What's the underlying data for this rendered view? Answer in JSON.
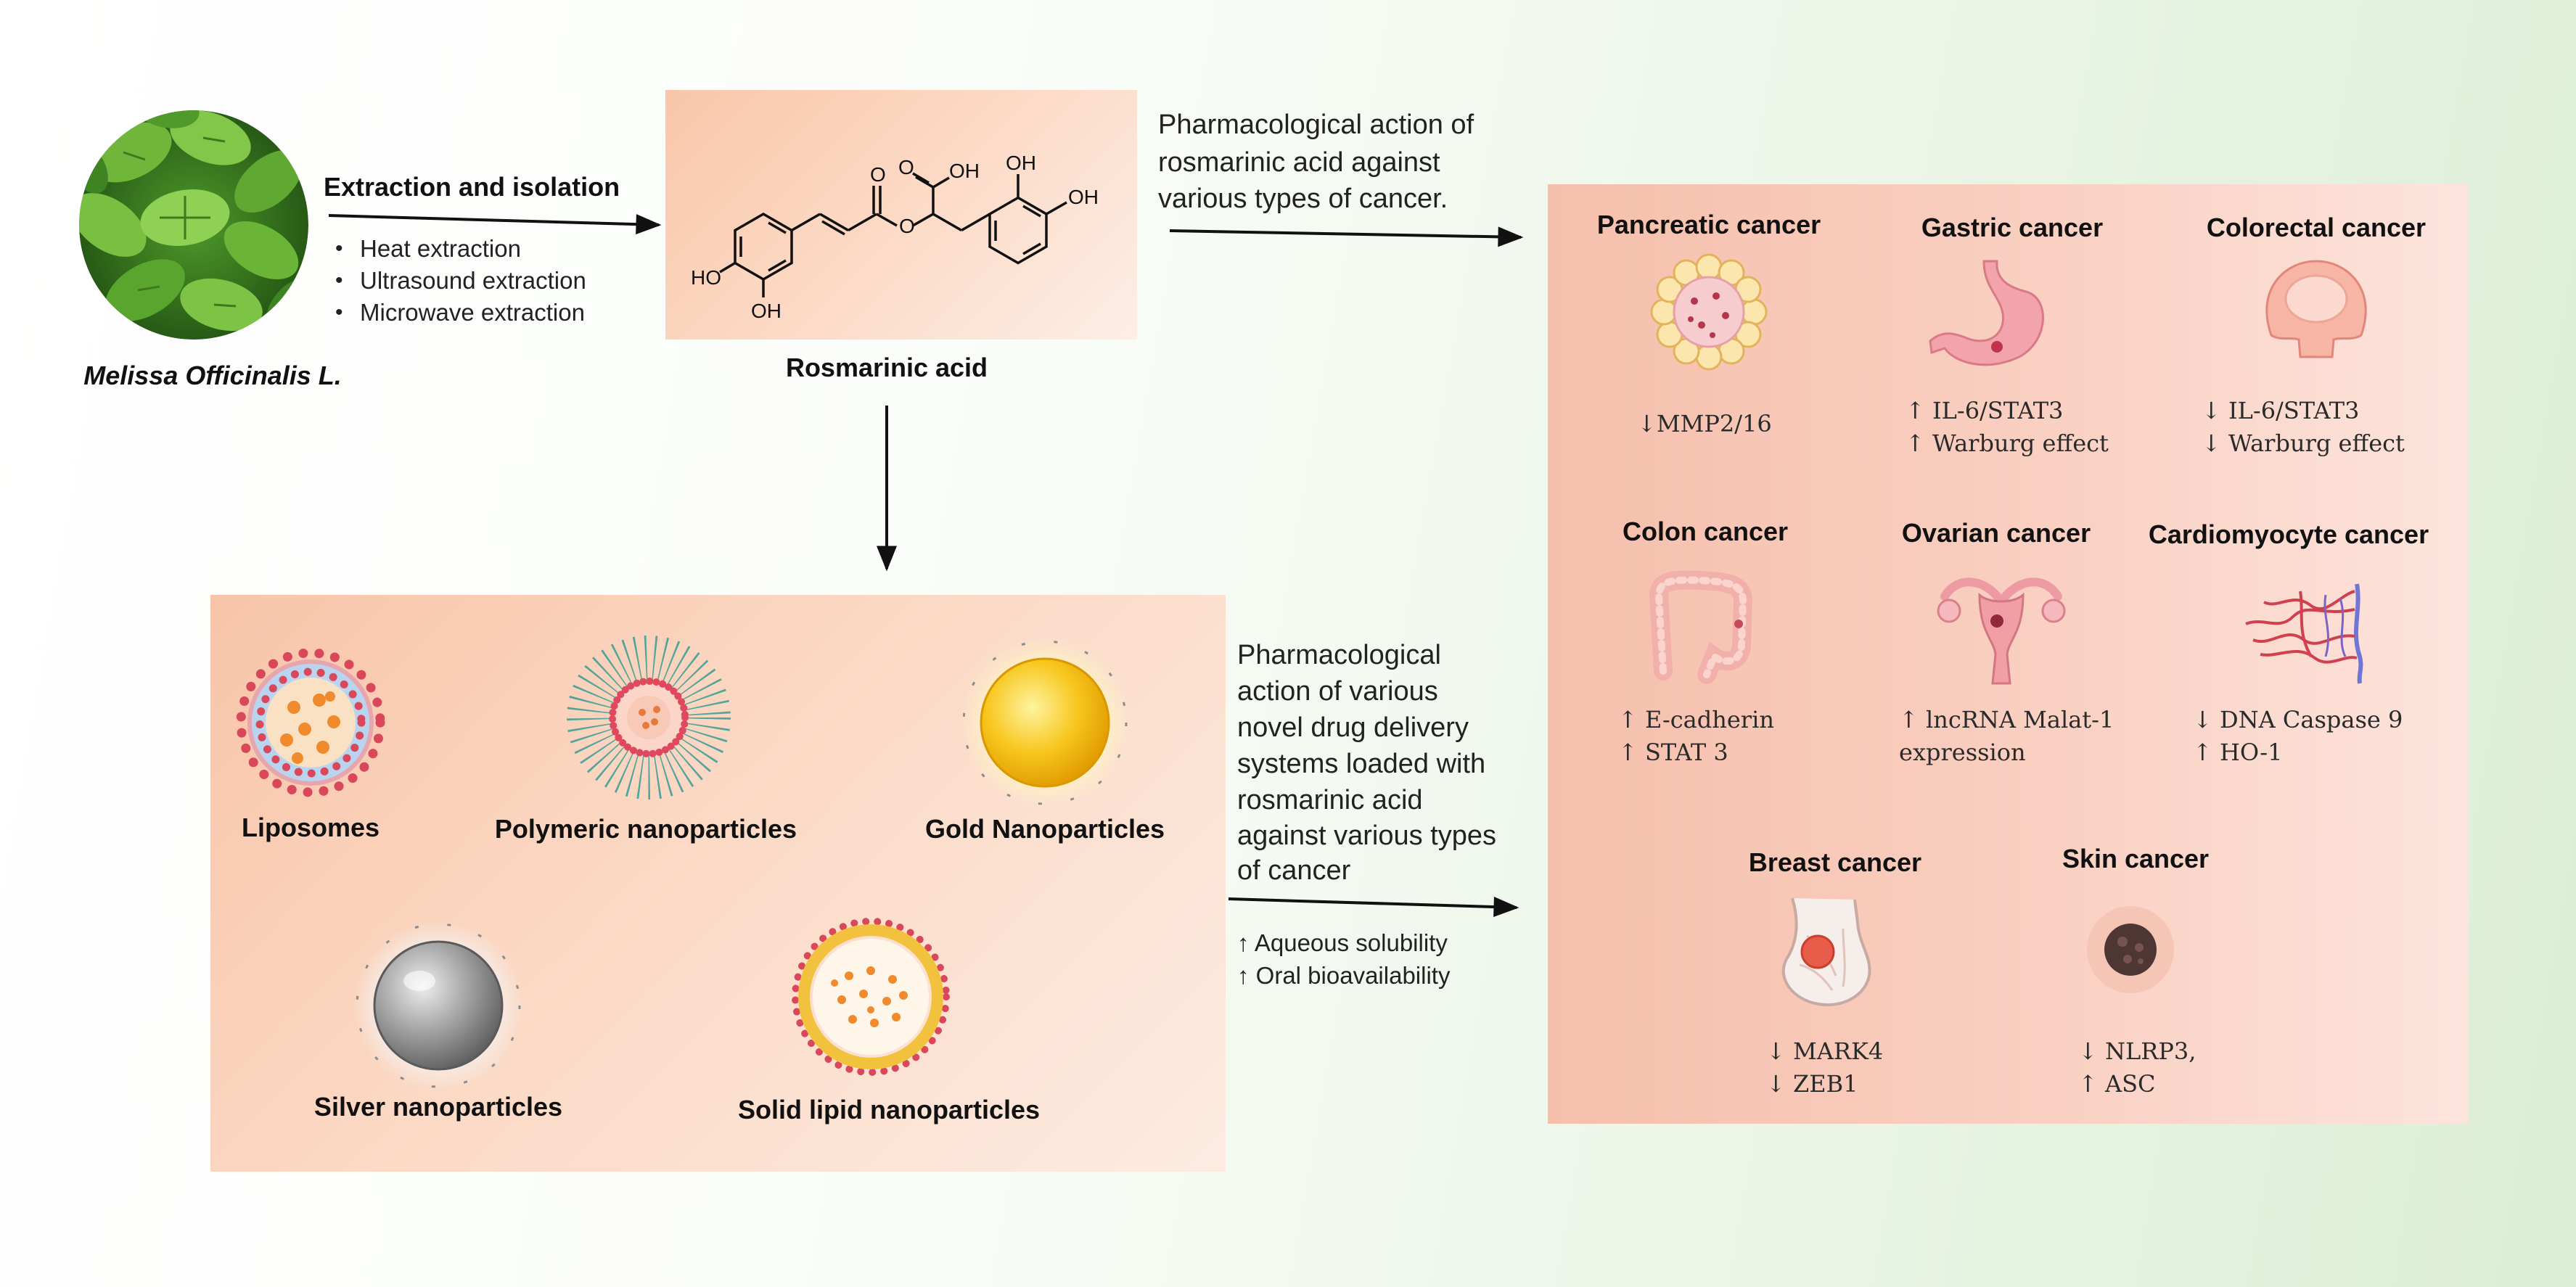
{
  "colors": {
    "arrow": "#111111",
    "compound_box": "#fcd9c5",
    "nanocarrier_box": "#fbd9c5",
    "cancer_box": "#f9d0c2",
    "background_tint": "#dbeed3"
  },
  "plant": {
    "name": "Melissa Officinalis L.",
    "icon": "lemon-balm-leaves-photo"
  },
  "extraction": {
    "title": "Extraction and isolation",
    "methods": [
      "Heat extraction",
      "Ultrasound extraction",
      "Microwave extraction"
    ]
  },
  "compound": {
    "name": "Rosmarinic acid",
    "structure_labels": [
      "HO",
      "OH",
      "O",
      "O",
      "O",
      "OH",
      "OH",
      "OH"
    ]
  },
  "cancer_action_note": {
    "lines": [
      "Pharmacological action of",
      "rosmarinic acid against",
      "various types of cancer."
    ]
  },
  "delivery_action_note": {
    "lines": [
      "Pharmacological",
      "action of various",
      "novel drug delivery",
      "systems loaded with",
      "rosmarinic acid",
      "against various types",
      "of cancer"
    ]
  },
  "delivery_benefits": [
    "↑ Aqueous solubility",
    "↑ Oral bioavailability"
  ],
  "nanocarriers": [
    {
      "label": "Liposomes",
      "icon": "liposome-icon"
    },
    {
      "label": "Polymeric nanoparticles",
      "icon": "polymeric-nanoparticle-icon"
    },
    {
      "label": "Gold Nanoparticles",
      "icon": "gold-nanoparticle-icon"
    },
    {
      "label": "Silver nanoparticles",
      "icon": "silver-nanoparticle-icon"
    },
    {
      "label": "Solid lipid nanoparticles",
      "icon": "solid-lipid-nanoparticle-icon"
    }
  ],
  "cancers": [
    {
      "name": "Pancreatic cancer",
      "icon": "pancreatic-cell-icon",
      "effects": [
        "↓MMP2/16"
      ]
    },
    {
      "name": "Gastric cancer",
      "icon": "stomach-icon",
      "effects": [
        "↑ IL-6/STAT3",
        "↑ Warburg effect"
      ]
    },
    {
      "name": "Colorectal cancer",
      "icon": "colorectal-tissue-icon",
      "effects": [
        "↓ IL-6/STAT3",
        "↓ Warburg effect"
      ]
    },
    {
      "name": "Colon cancer",
      "icon": "colon-icon",
      "effects": [
        "↑ E-cadherin",
        "↑ STAT 3"
      ]
    },
    {
      "name": "Ovarian cancer",
      "icon": "uterus-ovaries-icon",
      "effects": [
        "↑ lncRNA Malat-1",
        "expression"
      ]
    },
    {
      "name": "Cardiomyocyte cancer",
      "icon": "cardiac-vessels-icon",
      "effects": [
        "↓ DNA Caspase 9",
        "↑ HO-1"
      ]
    },
    {
      "name": "Breast cancer",
      "icon": "breast-tumor-icon",
      "effects": [
        "↓ MARK4",
        "↓ ZEB1"
      ]
    },
    {
      "name": "Skin cancer",
      "icon": "skin-lesion-icon",
      "effects": [
        "↓ NLRP3,",
        "↑ ASC"
      ]
    }
  ]
}
